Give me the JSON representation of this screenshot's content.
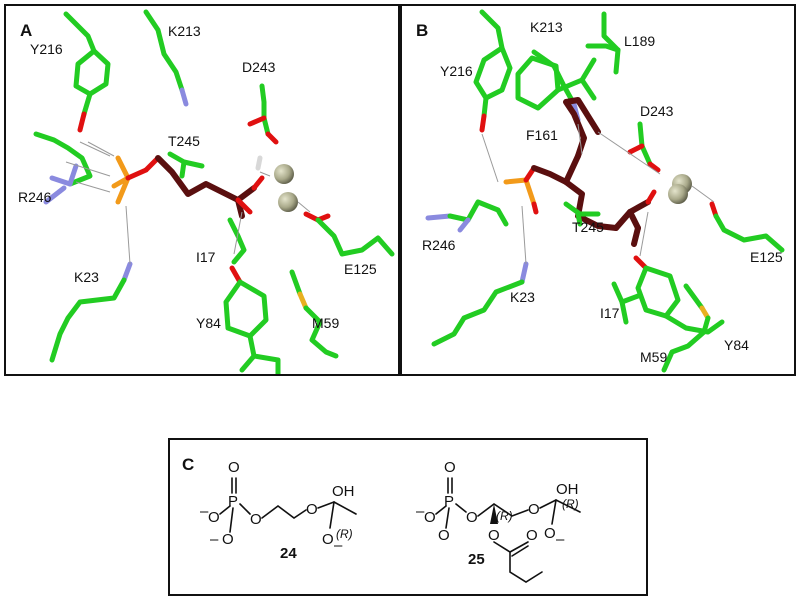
{
  "panels": {
    "a": {
      "letter": "A",
      "labels": {
        "y216": "Y216",
        "k213": "K213",
        "d243": "D243",
        "t245": "T245",
        "r246": "R246",
        "i17": "I17",
        "e125": "E125",
        "k23": "K23",
        "y84": "Y84",
        "m59": "M59"
      }
    },
    "b": {
      "letter": "B",
      "labels": {
        "k213": "K213",
        "l189": "L189",
        "y216": "Y216",
        "d243": "D243",
        "f161": "F161",
        "r246": "R246",
        "t245": "T245",
        "e125": "E125",
        "k23": "K23",
        "i17": "I17",
        "m59": "M59",
        "y84": "Y84"
      }
    },
    "c": {
      "letter": "C",
      "compound_24": {
        "number": "24",
        "stereo": "(R)",
        "atoms": {
          "p": "P",
          "o": "O",
          "oh": "OH",
          "minus": "–"
        }
      },
      "compound_25": {
        "number": "25",
        "stereo_1": "(R)",
        "stereo_2": "(R)",
        "atoms": {
          "p": "P",
          "o": "O",
          "oh": "OH",
          "minus": "–"
        }
      }
    }
  },
  "colors": {
    "carbon": "#22cc22",
    "nitrogen": "#8a8adf",
    "oxygen": "#e01010",
    "phosphorus": "#f29a1a",
    "sulfur": "#e8b020",
    "ligand": "#5a0f0f",
    "metal": "#a9a98a"
  }
}
